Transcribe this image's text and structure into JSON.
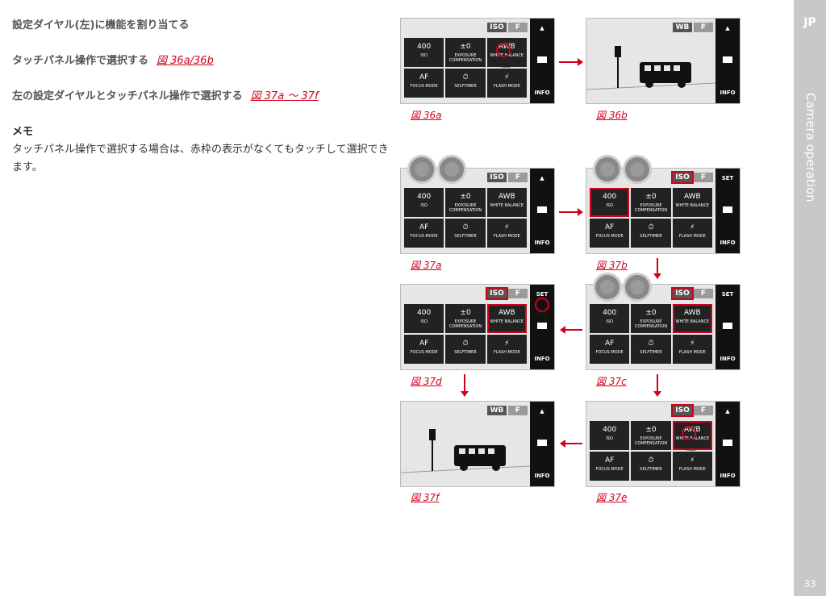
{
  "sidebar": {
    "lang": "JP",
    "title": "Camera operation",
    "page": "33"
  },
  "text": {
    "heading": "設定ダイヤル(左)に機能を割り当てる",
    "touch_label": "タッチパネル操作で選択する",
    "touch_ref": "図 36a/36b",
    "dial_label": "左の設定ダイヤルとタッチパネル操作で選択する",
    "dial_ref": "図 37a 〜 37f",
    "memo_title": "メモ",
    "memo_body": "タッチパネル操作で選択する場合は、赤枠の表示がなくてもタッチして選択できます。"
  },
  "screen_labels": {
    "iso": "ISO",
    "f": "F",
    "wb": "WB",
    "set": "SET",
    "info": "INFO",
    "up": "▲",
    "iso_val": "400",
    "iso_lbl": "ISO",
    "exp_val": "±0",
    "exp_lbl": "EXPOSURE COMPENSATION",
    "wb_val": "AWB",
    "wb_lbl": "WHITE BALANCE",
    "af_val": "AF",
    "af_lbl": "FOCUS MODE",
    "self_val": "⏱",
    "self_lbl": "SELFTIMER",
    "flash_val": "⚡",
    "flash_lbl": "FLASH MODE"
  },
  "figures": {
    "f36a": "図 36a",
    "f36b": "図 36b",
    "f37a": "図 37a",
    "f37b": "図 37b",
    "f37c": "図 37c",
    "f37d": "図 37d",
    "f37e": "図 37e",
    "f37f": "図 37f"
  },
  "icons": {
    "hand": "pointing-hand-icon",
    "dial": "dial-icon",
    "camera": "camera-icon"
  },
  "colors": {
    "accent": "#d0021b",
    "sidebar": "#c8c8c8"
  }
}
